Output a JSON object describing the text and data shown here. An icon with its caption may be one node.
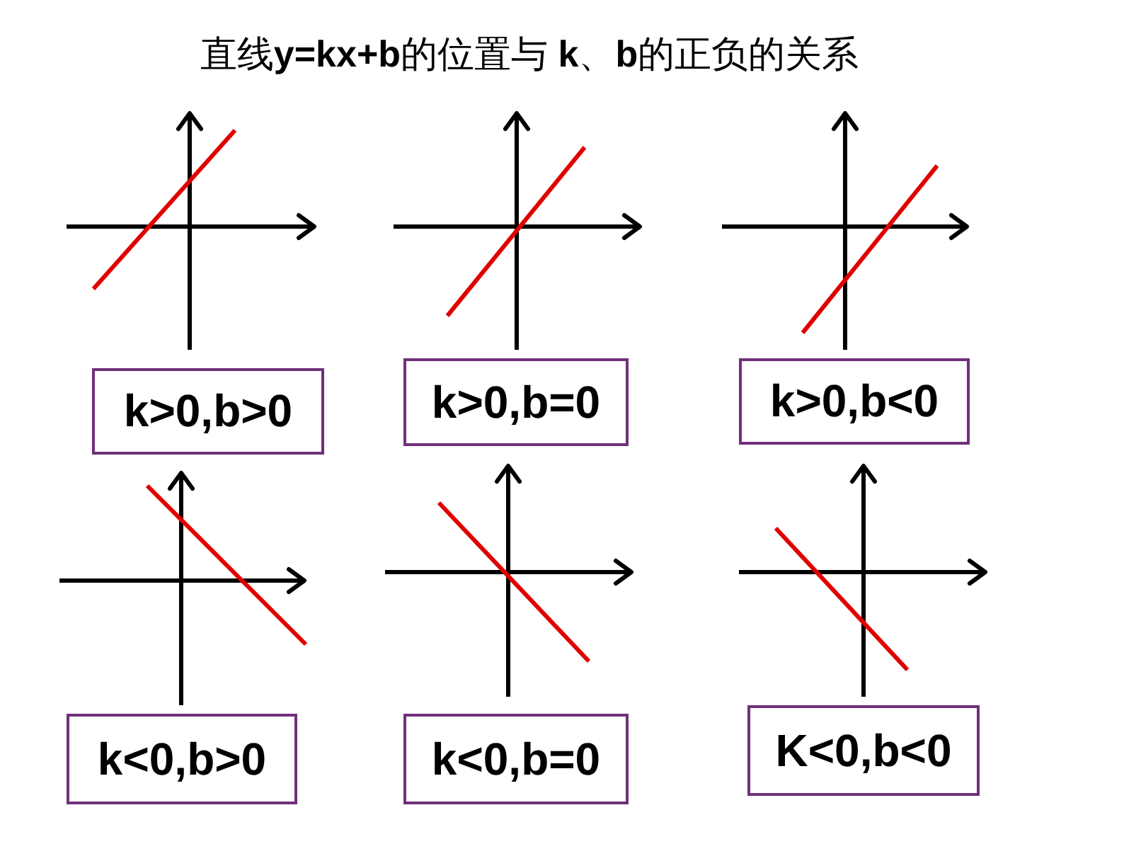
{
  "diagram": {
    "title": "直线**y=kx+b**的位置与 **k**、**b**的正负的关系",
    "nodes": [
      {
        "text": [
          "k>0,b>0"
        ]
      },
      {
        "text": [
          "k>0,b=0"
        ]
      },
      {
        "text": [
          "k>0,b<0"
        ]
      },
      {
        "text": [
          "k<0,b>0"
        ]
      },
      {
        "text": [
          "k<0,b=0"
        ]
      },
      {
        "text": [
          "K<0,b<0"
        ]
      }
    ]
  }
}
